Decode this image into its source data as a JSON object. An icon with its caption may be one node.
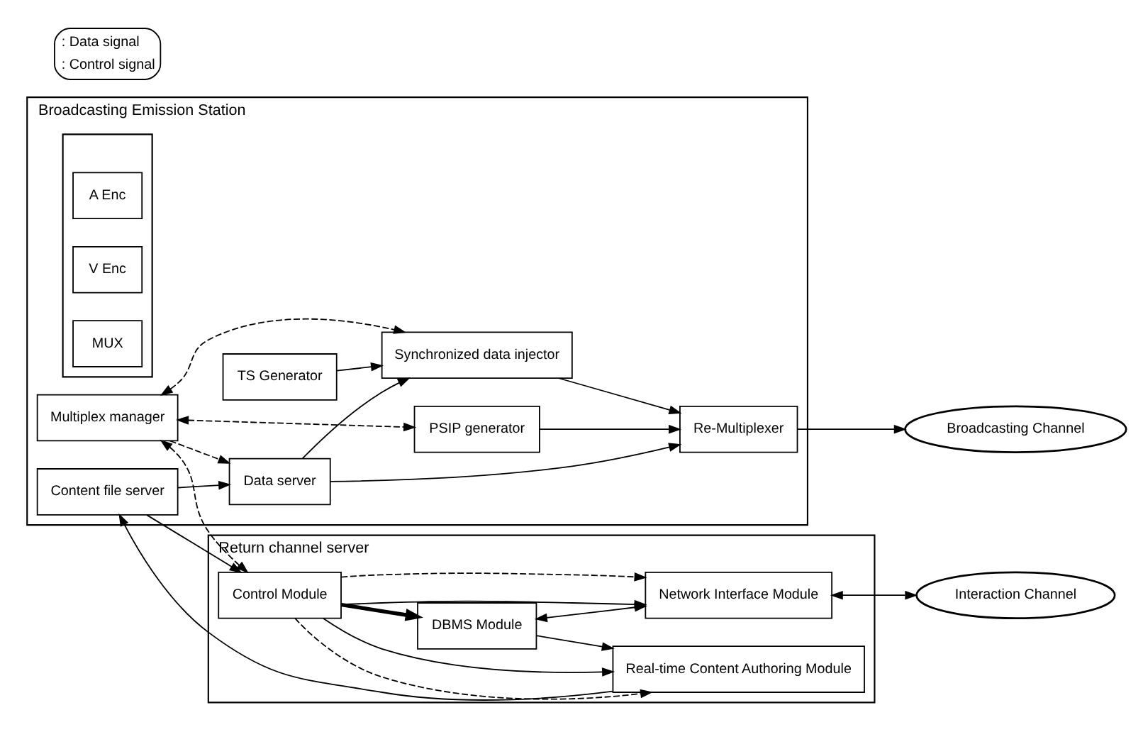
{
  "diagram": {
    "nodes": [
      {
        "text": [
          "Broadcasting Emission Station"
        ]
      },
      {
        "text": [
          "TS Generator"
        ],
        "in": 0
      },
      {
        "text": [],
        "shape": "box",
        "in": 0
      },
      {
        "text": [
          "A Enc"
        ],
        "in": 2
      },
      {
        "text": [
          "V Enc"
        ],
        "in": 2
      },
      {
        "text": [
          "MUX"
        ],
        "in": 2
      },
      {
        "text": [
          "Synchronized data injector"
        ],
        "in": 0
      },
      {
        "text": [
          "Data server"
        ],
        "in": 0
      },
      {
        "text": [
          "Re-Multiplexer"
        ],
        "in": 0
      },
      {
        "text": [
          "Content file server"
        ],
        "in": 0
      },
      {
        "text": [
          "Multiplex manager"
        ],
        "in": 0
      },
      {
        "text": [
          "PSIP generator"
        ],
        "in": 0
      },
      {
        "text": [
          "Broadcasting Channel"
        ]
      },
      {
        "text": [
          "Return channel server"
        ]
      },
      {
        "text": [
          "Real-time Content Authoring Module"
        ],
        "in": 13
      },
      {
        "text": [
          "Control Module"
        ],
        "in": 13
      },
      {
        "text": [
          "DBMS Module"
        ],
        "in": 13
      },
      {
        "text": [
          "Network Interface Module"
        ],
        "in": 13
      },
      {
        "text": [
          "Interaction Channel"
        ]
      }
    ],
    "edges": [
      {
        "from": 1,
        "to": 6,
        "arrow": "to"
      },
      {
        "from": 10,
        "to": 6,
        "arrow": "both",
        "style": "dashed"
      },
      {
        "from": 7,
        "to": 6,
        "arrow": "to"
      },
      {
        "from": 9,
        "to": 7,
        "arrow": "to"
      },
      {
        "from": 10,
        "to": 7,
        "arrow": "to",
        "style": "dashed"
      },
      {
        "from": 6,
        "to": 8,
        "arrow": "to"
      },
      {
        "from": 7,
        "to": 8,
        "arrow": "to"
      },
      {
        "from": 11,
        "to": 8,
        "arrow": "to"
      },
      {
        "from": 10,
        "to": 11,
        "arrow": "both",
        "style": "dashed"
      },
      {
        "from": 8,
        "to": 12,
        "arrow": "to"
      },
      {
        "from": 14,
        "to": 9,
        "arrow": "to"
      },
      {
        "from": 9,
        "to": 15,
        "arrow": "to"
      },
      {
        "from": 10,
        "to": 15,
        "arrow": "both",
        "style": "dashed"
      },
      {
        "from": 15,
        "to": 14,
        "arrow": "to",
        "style": "dashed"
      },
      {
        "from": 15,
        "to": 14,
        "arrow": "to"
      },
      {
        "from": 15,
        "to": 16,
        "arrow": "to",
        "style": "thick"
      },
      {
        "from": 16,
        "to": 14,
        "arrow": "to"
      },
      {
        "from": 15,
        "to": 17,
        "arrow": "to"
      },
      {
        "from": 15,
        "to": 17,
        "arrow": "to",
        "style": "dashed"
      },
      {
        "from": 16,
        "to": 17,
        "arrow": "both"
      },
      {
        "from": 17,
        "to": 18,
        "arrow": "both"
      }
    ],
    "legend": [
      {
        "text": ": Data signal"
      },
      {
        "text": ": Control signal"
      }
    ]
  }
}
